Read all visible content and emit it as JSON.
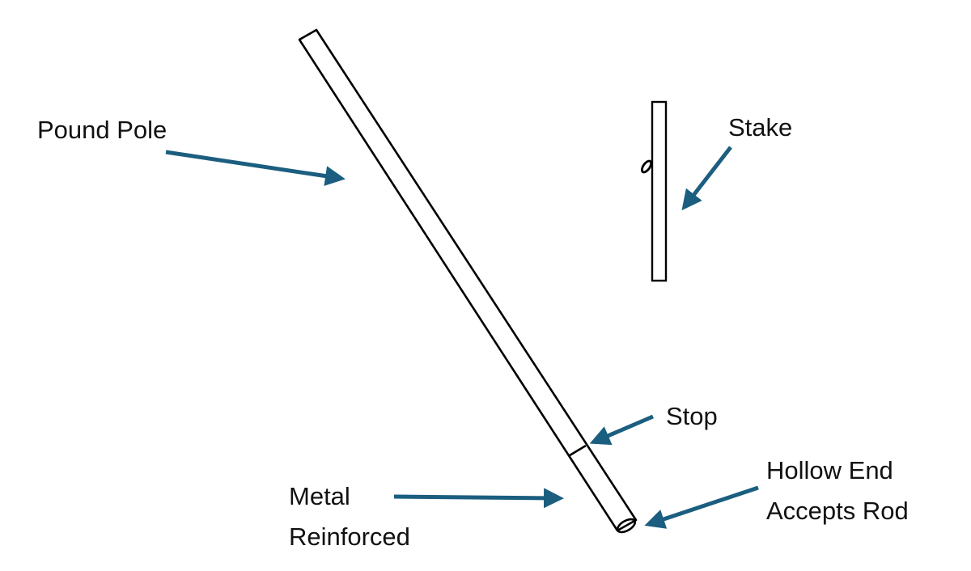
{
  "diagram": {
    "title": "Pound Pole and Stake",
    "colors": {
      "arrow": "#1b5e80",
      "outline": "#000000",
      "text": "#111111",
      "background": "#ffffff"
    },
    "labels": {
      "pound_pole": "Pound Pole",
      "stake": "Stake",
      "stop": "Stop",
      "metal_reinforced": [
        "Metal",
        "Reinforced"
      ],
      "hollow_end": [
        "Hollow End",
        "Accepts Rod"
      ]
    }
  }
}
